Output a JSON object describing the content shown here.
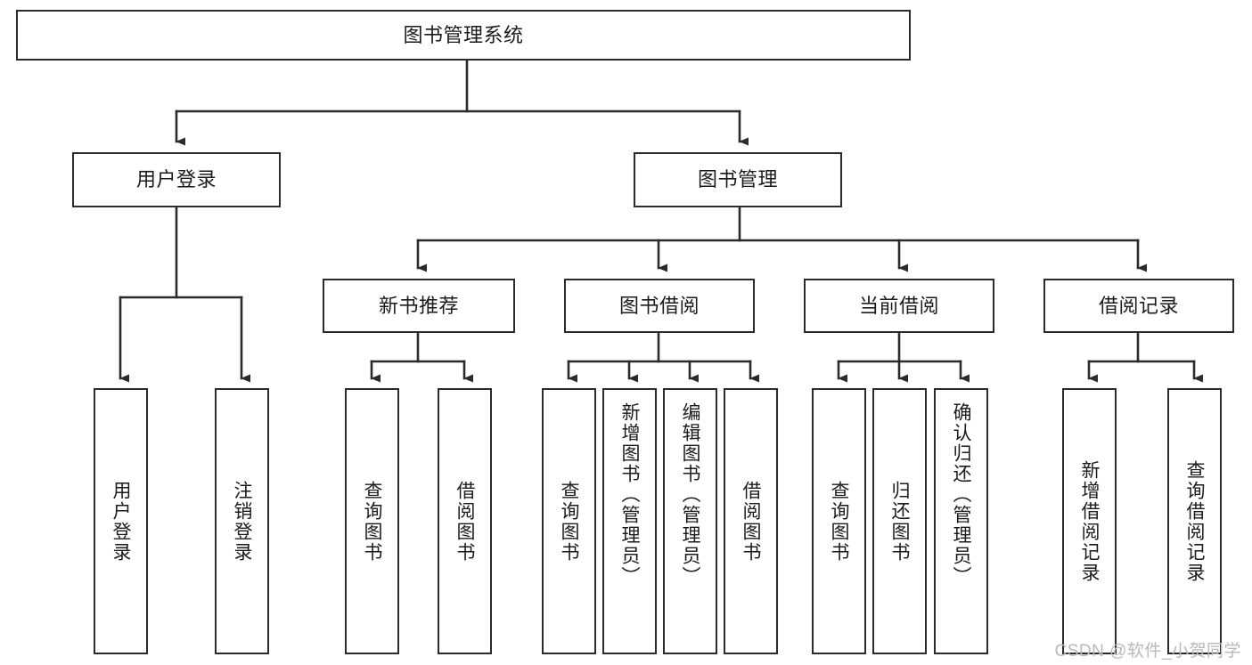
{
  "diagram": {
    "type": "tree-hierarchy",
    "title": "图书管理系统",
    "root": {
      "id": "root",
      "label": "图书管理系统",
      "orientation": "horizontal"
    },
    "level2": [
      {
        "id": "user-login",
        "label": "用户登录",
        "orientation": "horizontal"
      },
      {
        "id": "book-manage",
        "label": "图书管理",
        "orientation": "horizontal"
      }
    ],
    "level3": [
      {
        "id": "new-book-recommend",
        "label": "新书推荐",
        "orientation": "horizontal",
        "parent": "book-manage"
      },
      {
        "id": "book-borrow",
        "label": "图书借阅",
        "orientation": "horizontal",
        "parent": "book-manage"
      },
      {
        "id": "current-borrow",
        "label": "当前借阅",
        "orientation": "horizontal",
        "parent": "book-manage"
      },
      {
        "id": "borrow-record",
        "label": "借阅记录",
        "orientation": "horizontal",
        "parent": "book-manage"
      }
    ],
    "leaves": [
      {
        "id": "leaf-user-login",
        "label": "用户登录",
        "parent": "user-login",
        "orientation": "vertical"
      },
      {
        "id": "leaf-user-logout",
        "label": "注销登录",
        "parent": "user-login",
        "orientation": "vertical"
      },
      {
        "id": "leaf-query-book-1",
        "label": "查询图书",
        "parent": "new-book-recommend",
        "orientation": "vertical"
      },
      {
        "id": "leaf-borrow-book-1",
        "label": "借阅图书",
        "parent": "new-book-recommend",
        "orientation": "vertical"
      },
      {
        "id": "leaf-query-book-2",
        "label": "查询图书",
        "parent": "book-borrow",
        "orientation": "vertical"
      },
      {
        "id": "leaf-add-book",
        "label": "新增图书（管理员）",
        "parent": "book-borrow",
        "orientation": "vertical"
      },
      {
        "id": "leaf-edit-book",
        "label": "编辑图书（管理员）",
        "parent": "book-borrow",
        "orientation": "vertical"
      },
      {
        "id": "leaf-borrow-book-2",
        "label": "借阅图书",
        "parent": "book-borrow",
        "orientation": "vertical"
      },
      {
        "id": "leaf-query-book-3",
        "label": "查询图书",
        "parent": "current-borrow",
        "orientation": "vertical"
      },
      {
        "id": "leaf-return-book",
        "label": "归还图书",
        "parent": "current-borrow",
        "orientation": "vertical"
      },
      {
        "id": "leaf-confirm-return",
        "label": "确认归还（管理员）",
        "parent": "current-borrow",
        "orientation": "vertical"
      },
      {
        "id": "leaf-add-record",
        "label": "新增借阅记录",
        "parent": "borrow-record",
        "orientation": "vertical"
      },
      {
        "id": "leaf-query-record",
        "label": "查询借阅记录",
        "parent": "borrow-record",
        "orientation": "vertical"
      }
    ],
    "colors": {
      "line": "#2b2b2b",
      "box_border": "#2b2b2b",
      "box_fill": "#ffffff",
      "text": "#1b1b1b",
      "watermark": "#b9b9b9",
      "background": "#ffffff"
    }
  },
  "watermark": {
    "text": "CSDN @软件_小贺同学"
  }
}
